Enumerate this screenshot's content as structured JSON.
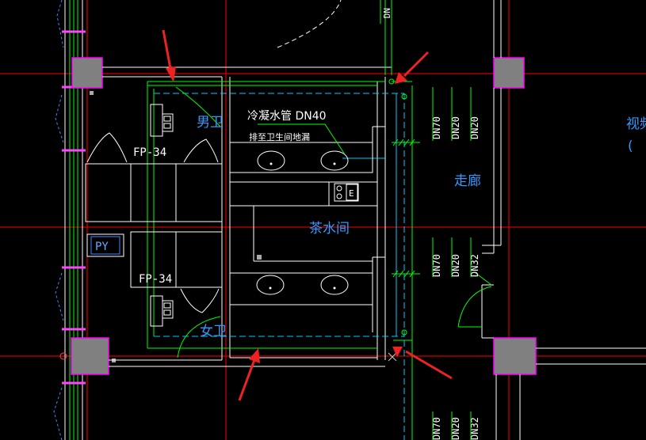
{
  "labels": {
    "note_line1": "冷凝水管 DN40",
    "note_line2": "排至卫生间地漏",
    "mens_room": "男卫",
    "womens_room": "女卫",
    "tea_room": "茶水间",
    "corridor": "走廊",
    "fp_top": "FP-34",
    "fp_bottom": "FP-34",
    "py_tag": "PY",
    "e_tag": "E",
    "right_edge_text": "视频",
    "right_edge_paren": "(",
    "top_edge_text": "DN"
  },
  "pipe_labels": {
    "upper": [
      "DN70",
      "DN20",
      "DN20"
    ],
    "middle": [
      "DN70",
      "DN20",
      "DN32"
    ],
    "bottom": [
      "DN70",
      "DN20",
      "DN32"
    ]
  },
  "colors": {
    "background": "#000000",
    "wall": "#ffffff",
    "axis_red": "#ff0000",
    "pipe_green": "#00ff00",
    "pipe_cyan": "#00ffff",
    "text_cyan": "#66ccff",
    "column_fill": "#808080",
    "column_edge": "#ff00ff",
    "arrow_red": "#ee2222",
    "label_white": "#ffffff"
  }
}
